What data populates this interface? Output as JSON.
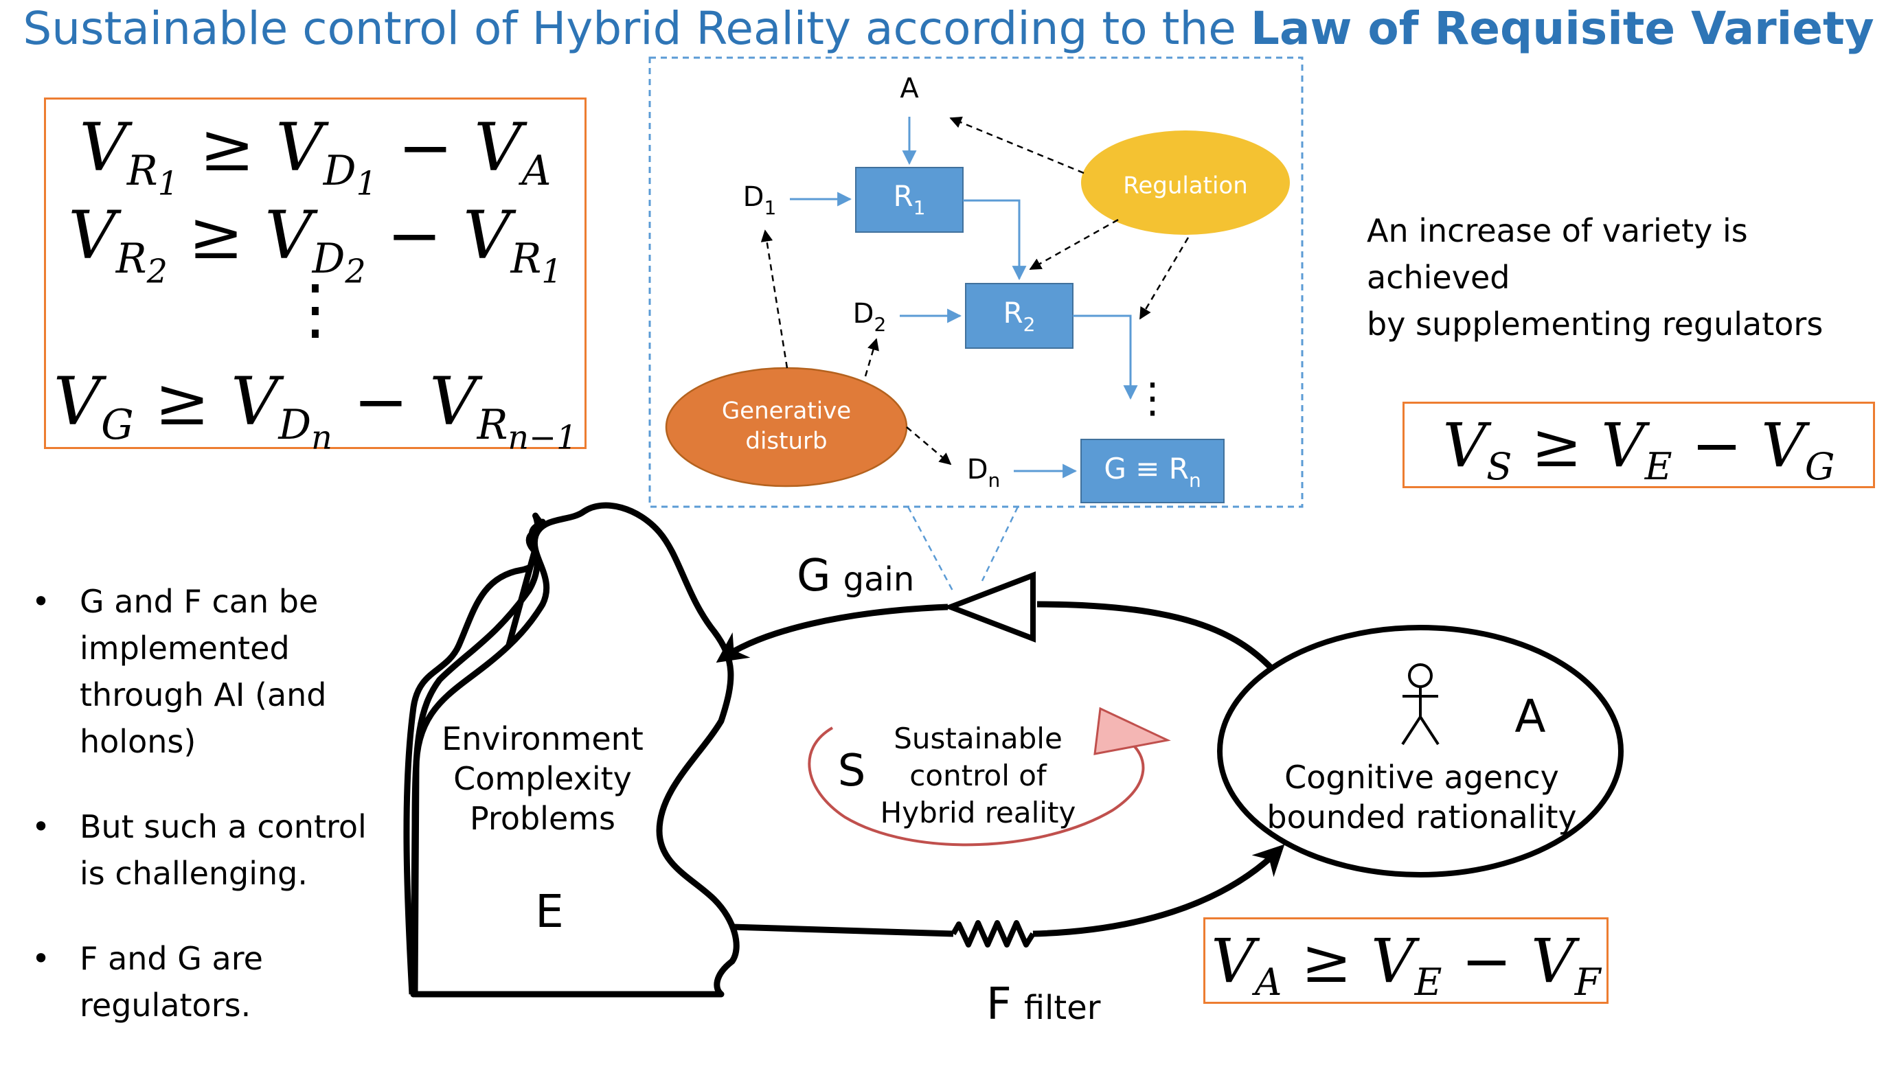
{
  "title": {
    "prefix": "Sustainable control of Hybrid Reality according to the ",
    "bold": "Law of Requisite Variety"
  },
  "left_equations": {
    "line1": {
      "lhs": "V",
      "lhs_sub": "R",
      "lhs_subsub": "1",
      "rhs1": "V",
      "rhs1_sub": "D",
      "rhs1_subsub": "1",
      "rhs2": "V",
      "rhs2_sub": "A"
    },
    "line2": {
      "lhs": "V",
      "lhs_sub": "R",
      "lhs_subsub": "2",
      "rhs1": "V",
      "rhs1_sub": "D",
      "rhs1_subsub": "2",
      "rhs2": "V",
      "rhs2_sub": "R",
      "rhs2_subsub": "1"
    },
    "dots": "⋮",
    "line4": {
      "lhs": "V",
      "lhs_sub": "G",
      "rhs1": "V",
      "rhs1_sub": "D",
      "rhs1_subsub": "n",
      "rhs2": "V",
      "rhs2_sub": "R",
      "rhs2_subsub": "n−1"
    }
  },
  "symbols": {
    "geq": "≥",
    "minus": "−"
  },
  "inset": {
    "A": "A",
    "regulation": "Regulation",
    "generative_line1": "Generative",
    "generative_line2": "disturb",
    "R1": "R",
    "R1_sub": "1",
    "R2": "R",
    "R2_sub": "2",
    "Gn": "G ≡ R",
    "Gn_sub": "n",
    "D1": "D",
    "D1_sub": "1",
    "D2": "D",
    "D2_sub": "2",
    "Dn": "D",
    "Dn_sub": "n",
    "vdots": "⋮"
  },
  "right_note": {
    "line1": "An increase of variety is achieved",
    "line2": "by supplementing regulators"
  },
  "eq_S": {
    "lhs": "V",
    "lhs_sub": "S",
    "rhs1": "V",
    "rhs1_sub": "E",
    "rhs2": "V",
    "rhs2_sub": "G"
  },
  "eq_A": {
    "lhs": "V",
    "lhs_sub": "A",
    "rhs1": "V",
    "rhs1_sub": "E",
    "rhs2": "V",
    "rhs2_sub": "F"
  },
  "main": {
    "gain_big": "G",
    "gain_small": "gain",
    "filter_big": "F",
    "filter_small": "filter",
    "env_line1": "Environment",
    "env_line2": "Complexity",
    "env_line3": "Problems",
    "env_letter": "E",
    "S_letter": "S",
    "sus_line1": "Sustainable",
    "sus_line2": "control of",
    "sus_line3": "Hybrid reality",
    "A_letter": "A",
    "cog_line1": "Cognitive agency",
    "cog_line2": "bounded rationality"
  },
  "bullets": [
    {
      "lines": [
        "G and F can be",
        "implemented",
        "through AI (and",
        "holons)"
      ]
    },
    {
      "lines": [
        "But such a control",
        "is challenging."
      ]
    },
    {
      "lines": [
        "F and G are",
        "regulators."
      ]
    }
  ],
  "bullet_char": "•",
  "colors": {
    "title": "#2e75b6",
    "box_border": "#ed7d31",
    "regulator_fill": "#5b9bd5",
    "regulation_fill": "#f4c232",
    "generative_fill": "#e07b39",
    "inset_border": "#5b9bd5",
    "cycle_arrow": "#c0504d",
    "cycle_head": "#f4b6b4"
  }
}
